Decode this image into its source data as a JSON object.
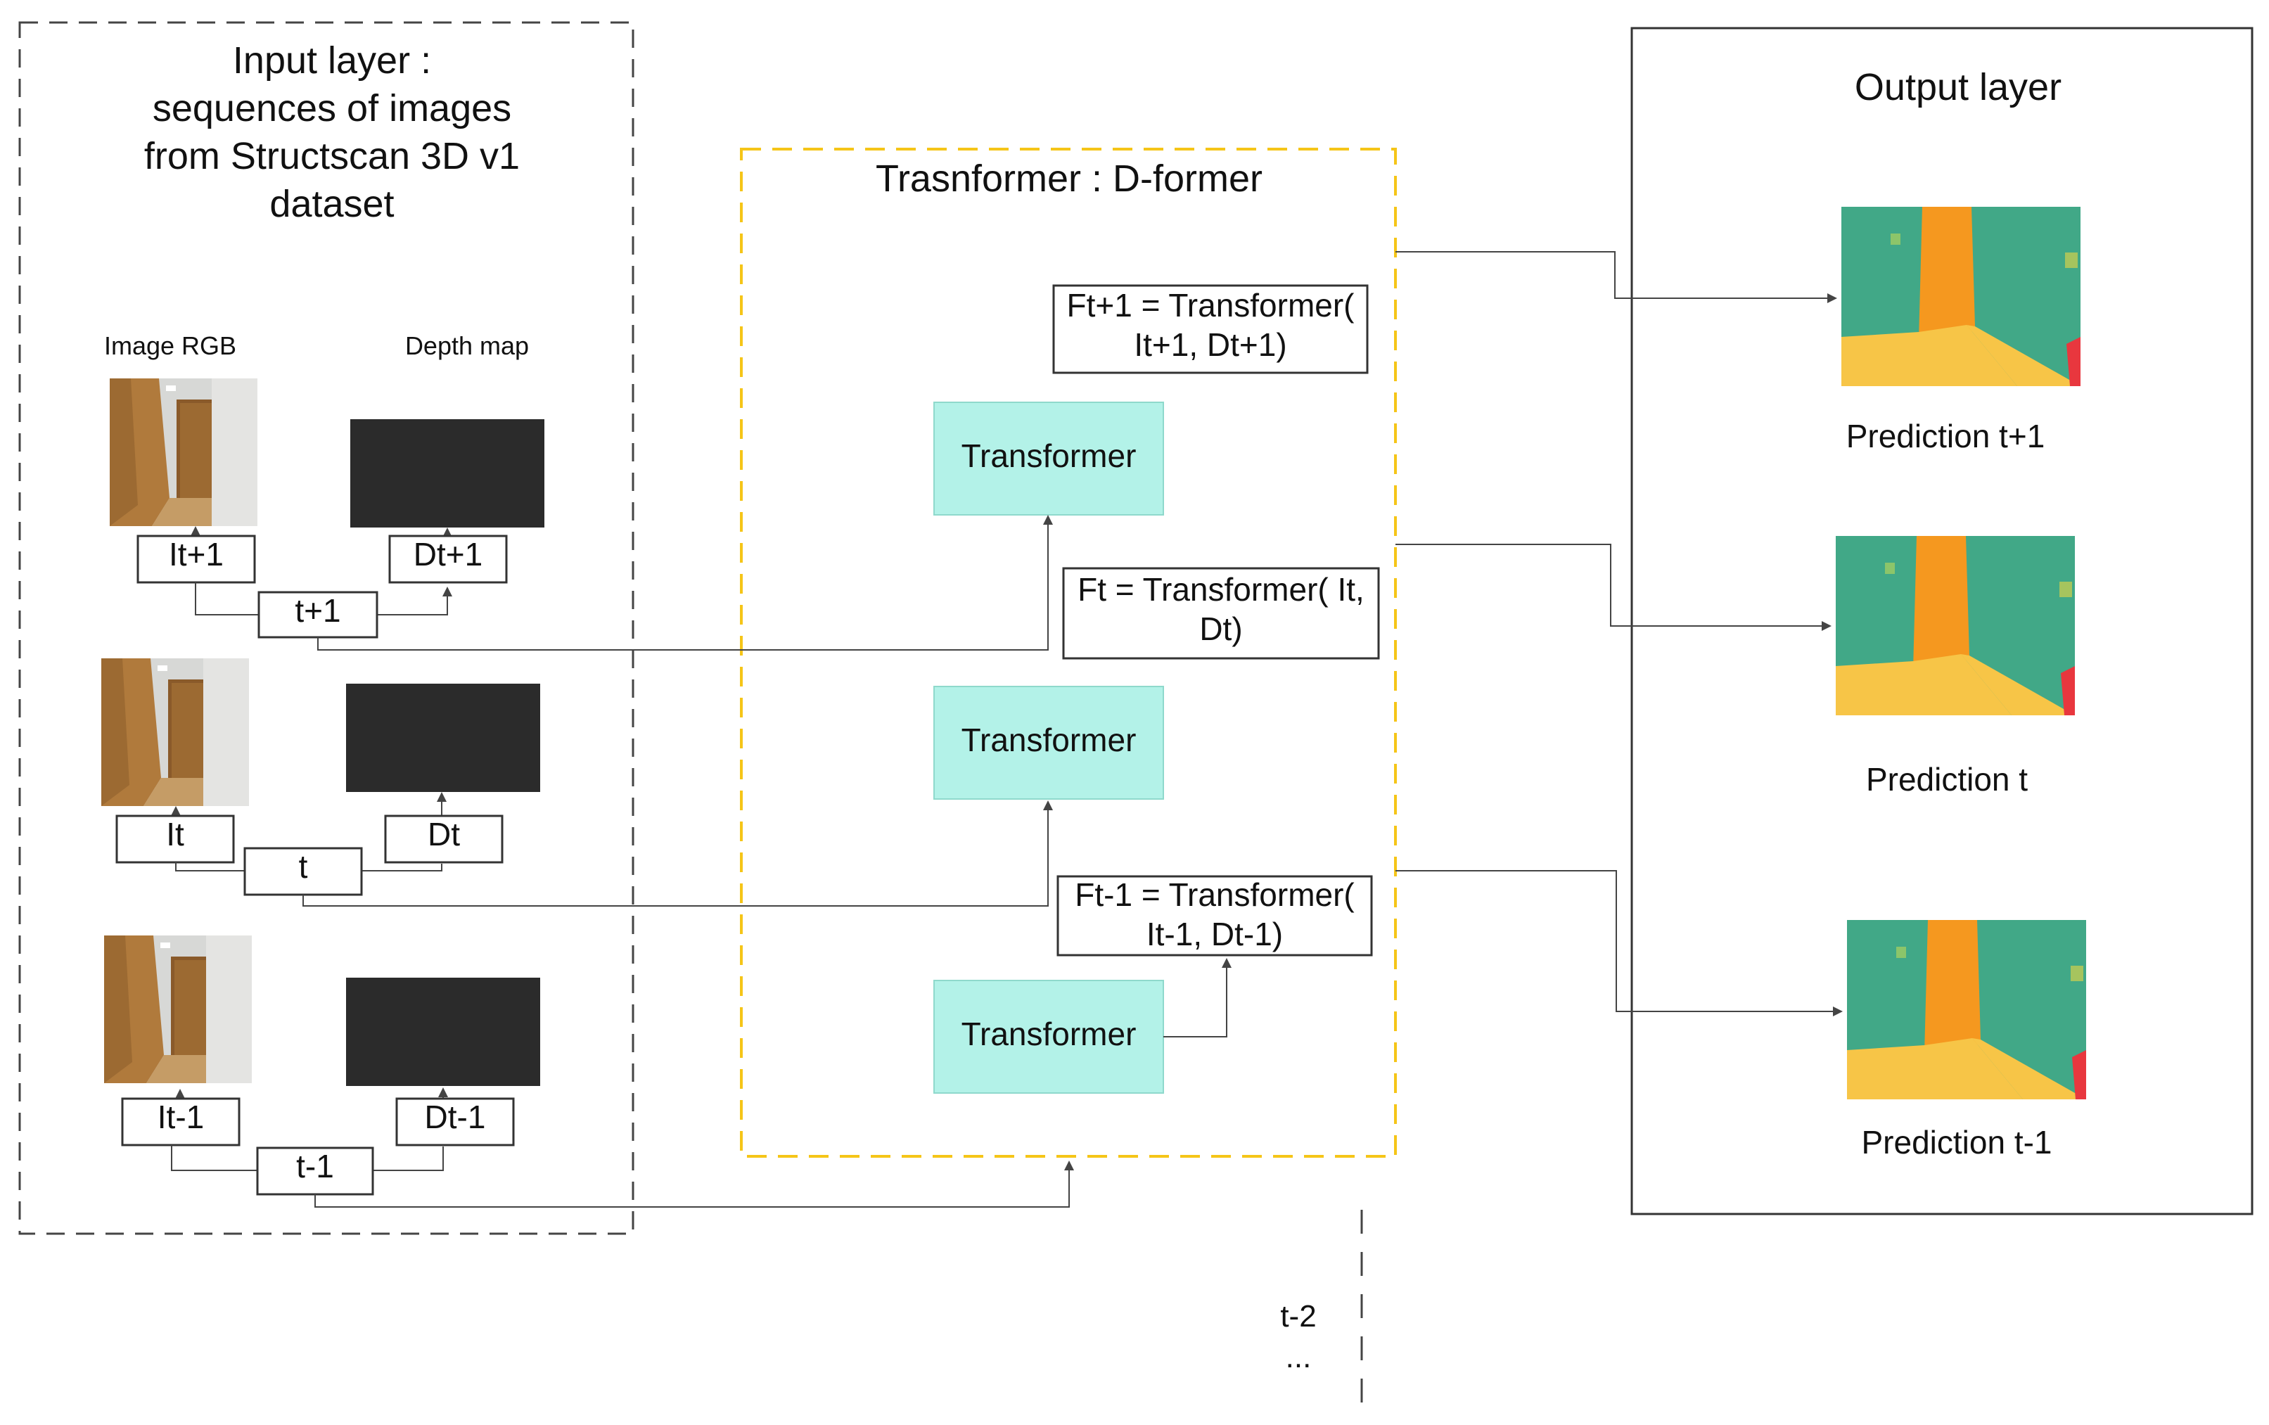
{
  "input_layer": {
    "title_lines": [
      "Input layer :",
      "sequences of images",
      "from Structscan 3D v1",
      "dataset"
    ],
    "col_rgb": "Image RGB",
    "col_depth": "Depth map",
    "rows": [
      {
        "img_label": "It+1",
        "depth_label": "Dt+1",
        "time_label": "t+1"
      },
      {
        "img_label": "It",
        "depth_label": "Dt",
        "time_label": "t"
      },
      {
        "img_label": "It-1",
        "depth_label": "Dt-1",
        "time_label": "t-1"
      }
    ]
  },
  "transformer": {
    "title": "Trasnformer : D-former",
    "block_label": "Transformer",
    "formulas": [
      [
        "Ft+1 = Transformer(",
        "It+1, Dt+1)"
      ],
      [
        "Ft = Transformer( It,",
        "Dt)"
      ],
      [
        "Ft-1 = Transformer(",
        "It-1, Dt-1)"
      ]
    ]
  },
  "output_layer": {
    "title": "Output layer",
    "predictions": [
      "Prediction t+1",
      "Prediction t",
      "Prediction t-1"
    ]
  },
  "continuation": {
    "label": "t-2",
    "ellipsis": "..."
  },
  "colors": {
    "transformer_fill": "#b3f2e8",
    "transformer_border": "#8fd9cc",
    "yellow_dash": "#f5c518",
    "wall_green": "#41a887",
    "door_orange": "#f5981f",
    "floor_yellow": "#f7c547",
    "accent_red": "#e8373e",
    "depth_dark": "#2b2b2b",
    "photo_wall": "#d7d8d6",
    "photo_wood": "#9c6a32",
    "photo_floor": "#c59c66"
  }
}
